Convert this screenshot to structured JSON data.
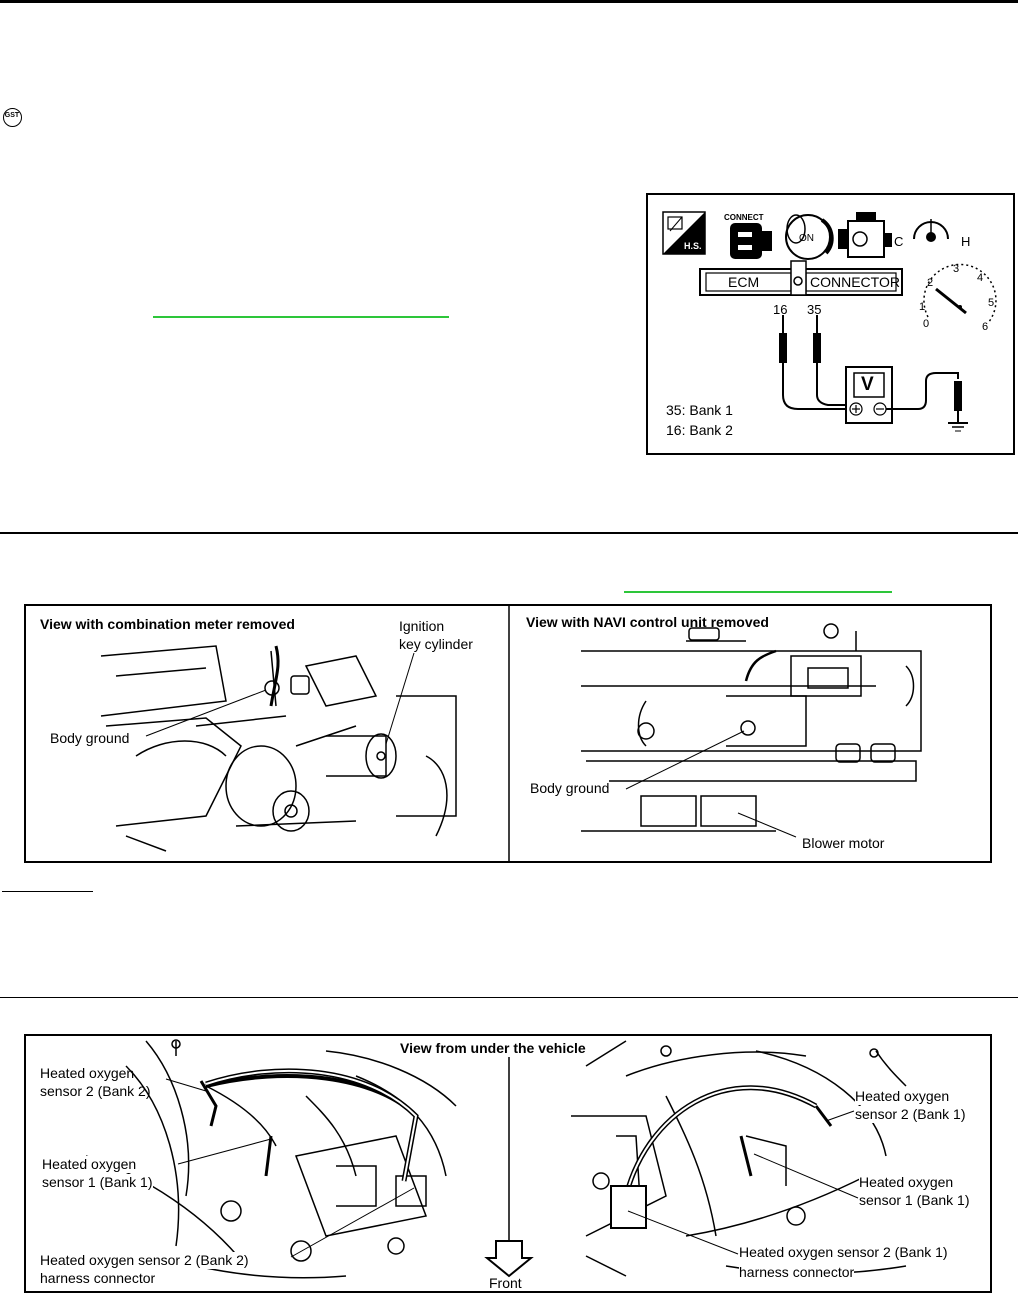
{
  "icons": {
    "gst": "GST"
  },
  "ecm_figure": {
    "hs_label": "H.S.",
    "connect_label": "CONNECT",
    "on_label": "ON",
    "gauge_c": "C",
    "gauge_h": "H",
    "connector_left": "ECM",
    "connector_right": "CONNECTOR",
    "pin_a": "16",
    "pin_b": "35",
    "meter_ticks": [
      "0",
      "1",
      "2",
      "3",
      "4",
      "5",
      "6"
    ],
    "voltmeter": "V",
    "bank1": "35: Bank 1",
    "bank2": "16: Bank 2"
  },
  "ground_figure": {
    "left_title": "View with combination meter removed",
    "ignition_line1": "Ignition",
    "ignition_line2": "key cylinder",
    "body_ground_left": "Body ground",
    "right_title": "View with NAVI control unit removed",
    "body_ground_right": "Body ground",
    "blower_motor": "Blower motor"
  },
  "sensor_figure": {
    "title": "View from under the vehicle",
    "hos2_b2_line1": "Heated oxygen",
    "hos2_b2_line2": "sensor 2 (Bank 2)",
    "hos1_b1_left_line1": "Heated oxygen",
    "hos1_b1_left_line2": "sensor 1 (Bank 1)",
    "harness_b2_line1": "Heated oxygen sensor 2 (Bank 2)",
    "harness_b2_line2": "harness connector",
    "front": "Front",
    "hos2_b1_line1": "Heated oxygen",
    "hos2_b1_line2": "sensor 2 (Bank 1)",
    "hos1_b1_right_line1": "Heated oxygen",
    "hos1_b1_right_line2": "sensor 1 (Bank 1)",
    "harness_b1_line1": "Heated oxygen sensor 2 (Bank 1)",
    "harness_b1_line2": "harness connector"
  }
}
